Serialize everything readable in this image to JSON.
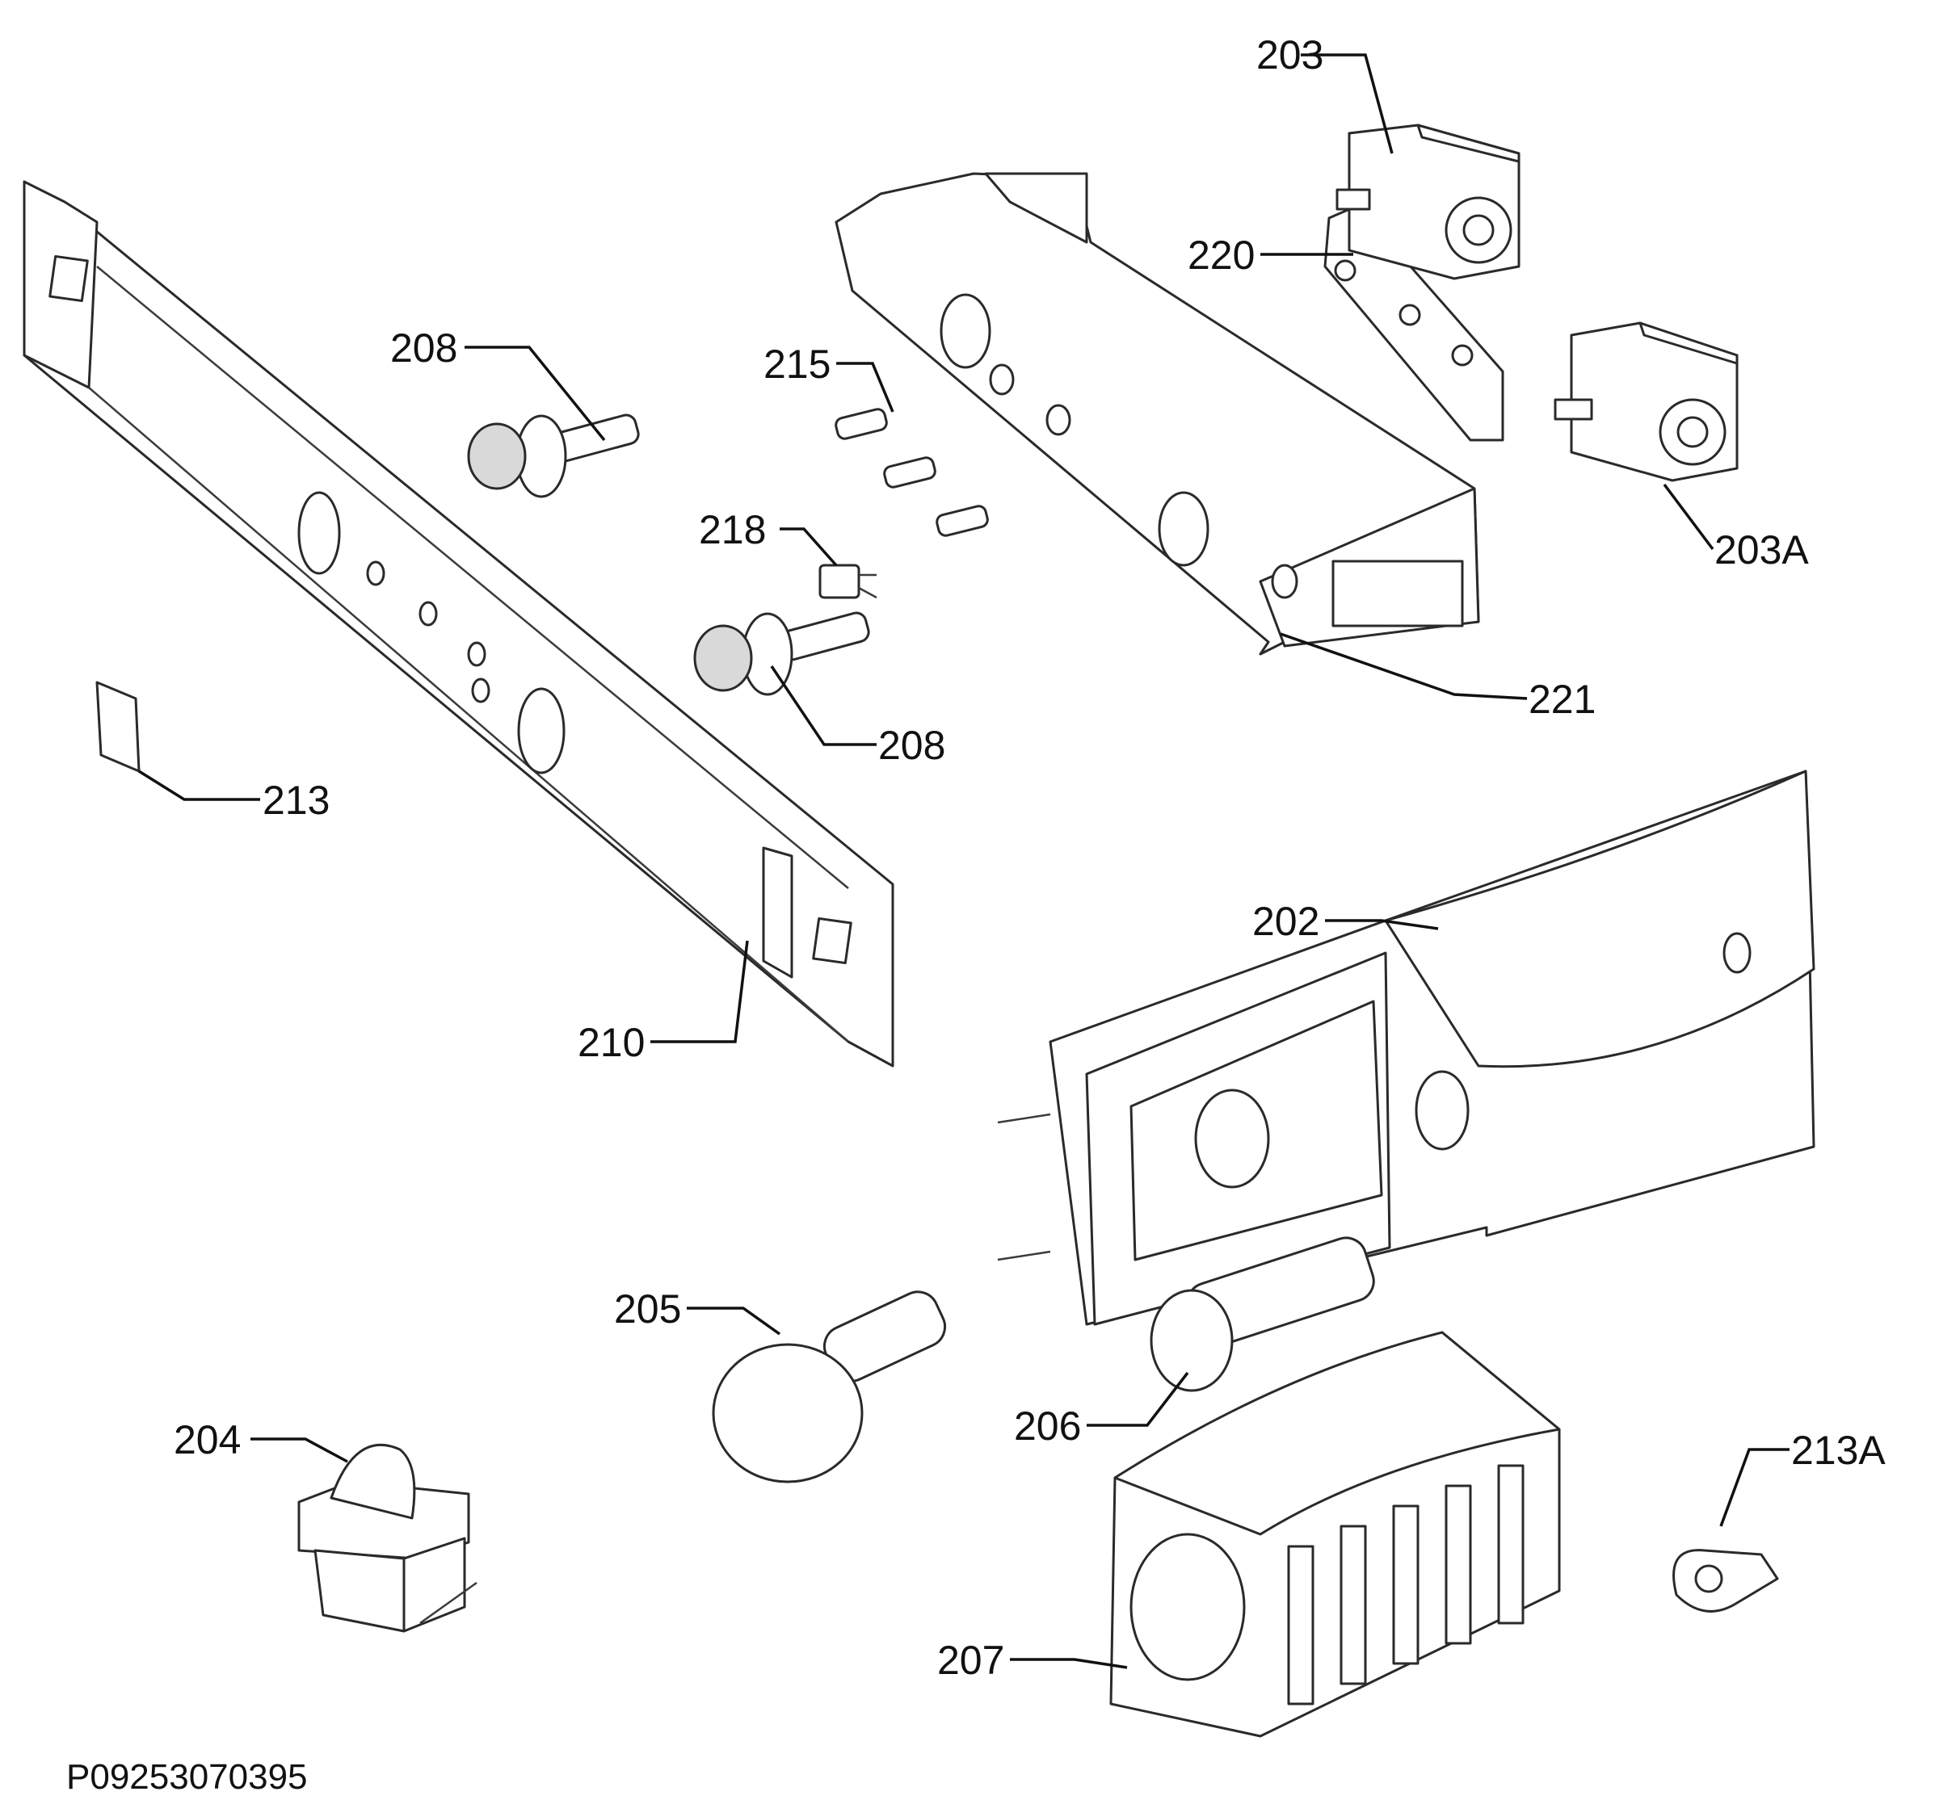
{
  "labels": {
    "p202": "202",
    "p203": "203",
    "p203a": "203A",
    "p204": "204",
    "p205": "205",
    "p206": "206",
    "p207": "207",
    "p208a": "208",
    "p208b": "208",
    "p210": "210",
    "p213": "213",
    "p213a": "213A",
    "p215": "215",
    "p218": "218",
    "p220": "220",
    "p221": "221"
  },
  "drawing_code": "P09253070395"
}
